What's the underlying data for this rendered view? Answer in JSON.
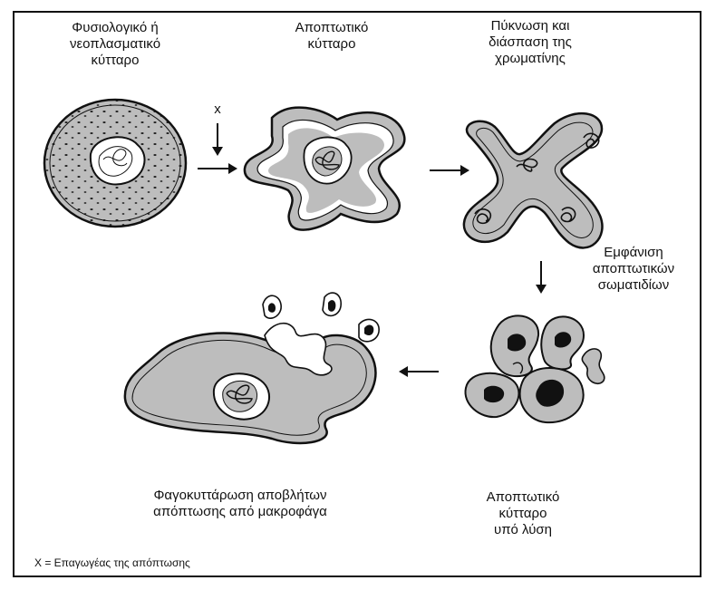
{
  "labels": {
    "normal_cell": "Φυσιολογικό ή\nνεοπλασματικό\nκύτταρο",
    "apoptotic_cell": "Αποπτωτικό\nκύτταρο",
    "pyknosis": "Πύκνωση και\nδιάσπαση της\nχρωματίνης",
    "apoptotic_bodies": "Εμφάνιση\nαποπτωτικών\nσωματιδίων",
    "lysis": "Αποπτωτικό\nκύτταρο\nυπό λύση",
    "phagocytosis": "Φαγοκυττάρωση αποβλήτων\nαπόπτωσης από μακροφάγα",
    "x_marker": "x",
    "legend": "X = Επαγωγέας της απόπτωσης"
  },
  "colors": {
    "cytoplasm": "#bdbdbd",
    "outline": "#111111",
    "background": "#ffffff"
  }
}
